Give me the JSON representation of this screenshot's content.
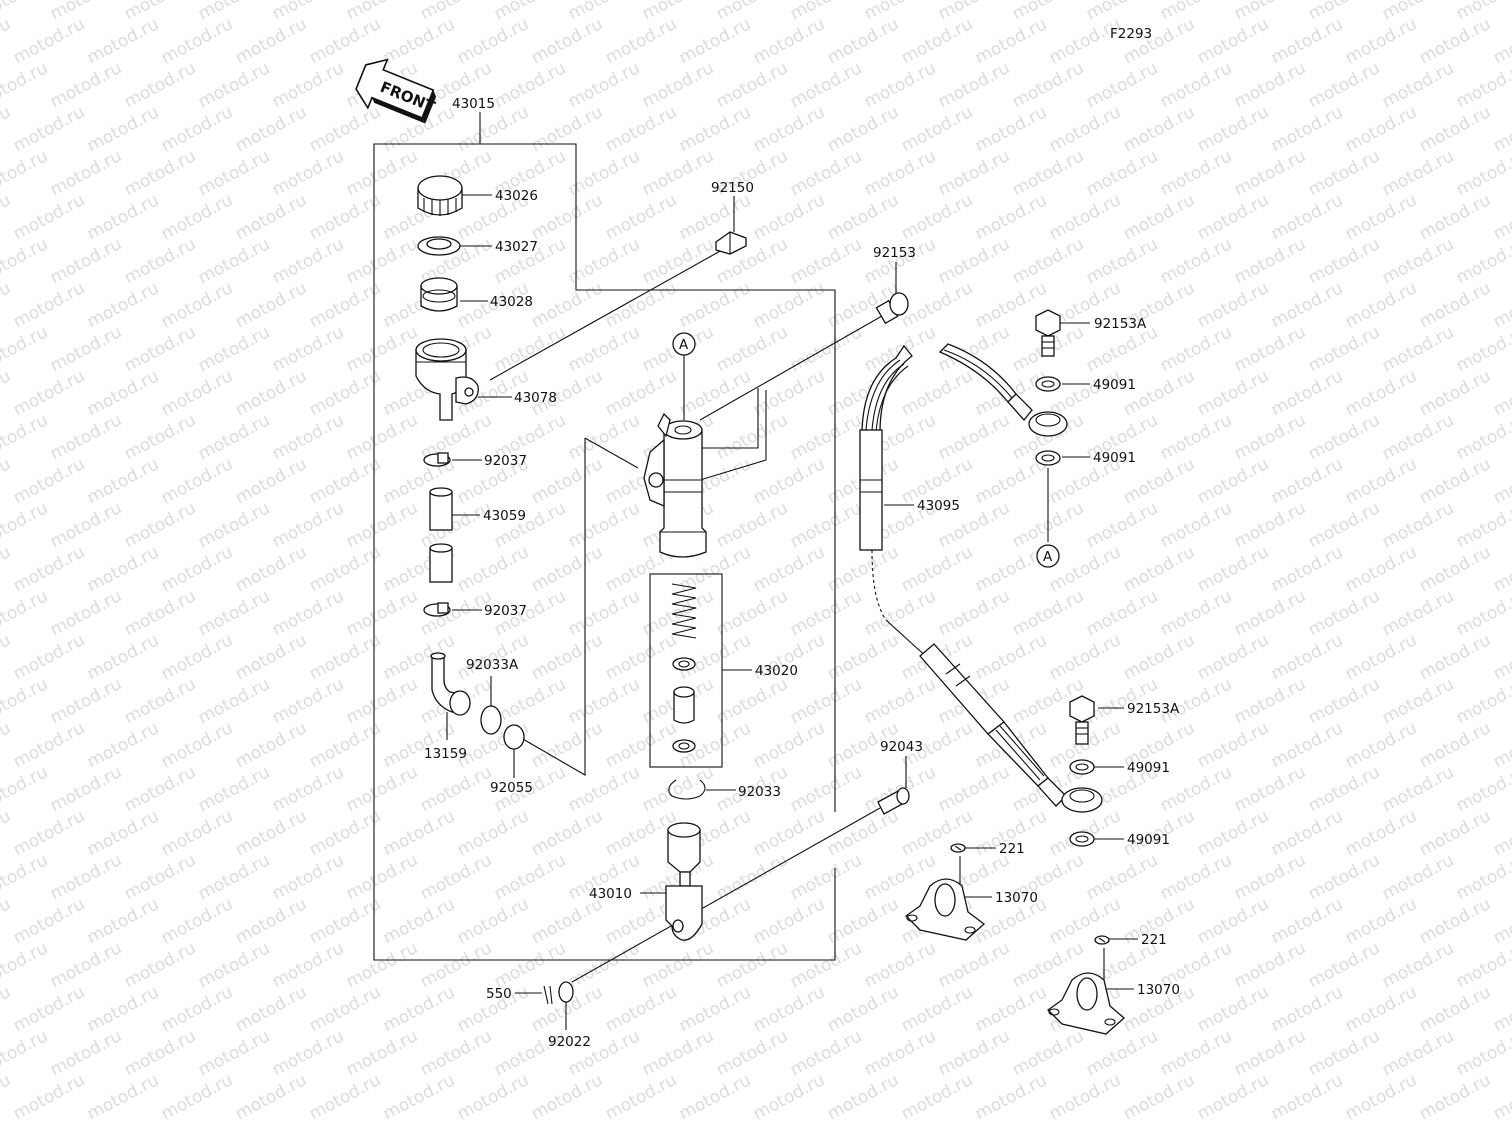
{
  "diagram": {
    "code": "F2293",
    "front_label": "FRONT",
    "watermark_text": "motod.ru",
    "ref_marker": "A",
    "parts": {
      "p43015": "43015",
      "p43026": "43026",
      "p43027": "43027",
      "p43028": "43028",
      "p43078": "43078",
      "p92037a": "92037",
      "p43059": "43059",
      "p92037b": "92037",
      "p92033A": "92033A",
      "p13159": "13159",
      "p92055": "92055",
      "p92150": "92150",
      "p92153": "92153",
      "p43020": "43020",
      "p92033": "92033",
      "p43010": "43010",
      "p92043": "92043",
      "p550": "550",
      "p92022": "92022",
      "p43095": "43095",
      "p92153A_top": "92153A",
      "p49091_1": "49091",
      "p49091_2": "49091",
      "p92153A_bot": "92153A",
      "p49091_3": "49091",
      "p49091_4": "49091",
      "p221a": "221",
      "p13070a": "13070",
      "p221b": "221",
      "p13070b": "13070"
    }
  }
}
